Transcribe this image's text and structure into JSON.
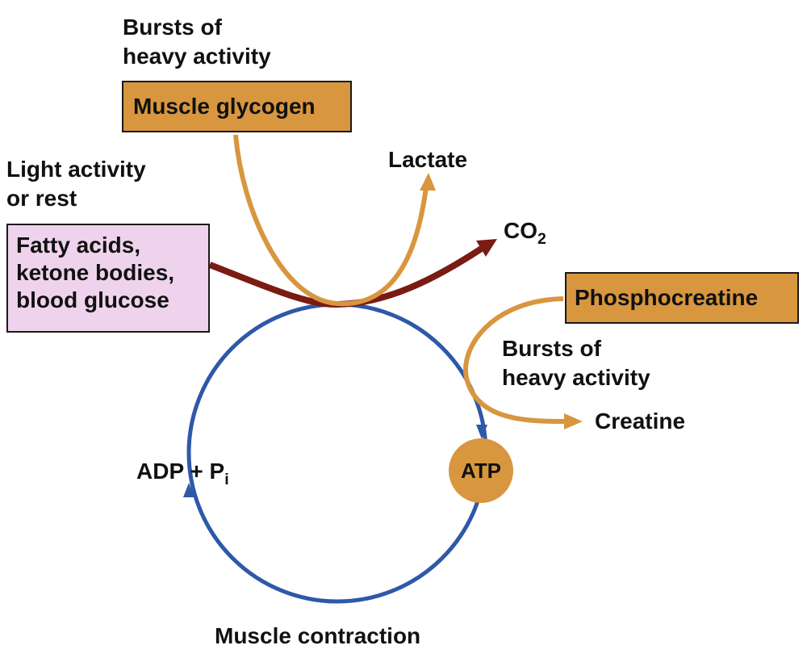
{
  "colors": {
    "orange": "#D8963F",
    "box_orange_fill": "#D8963F",
    "pink_fill": "#EFD3EC",
    "dark_red": "#7A1B14",
    "blue": "#2E58A8",
    "atp_fill": "#D8963F"
  },
  "labels": {
    "top_bursts_line1": "Bursts of",
    "top_bursts_line2": "heavy activity",
    "muscle_glycogen": "Muscle glycogen",
    "light_line1": "Light activity",
    "light_line2": "or rest",
    "fuel_line1": "Fatty acids,",
    "fuel_line2": "ketone bodies,",
    "fuel_line3": "blood glucose",
    "lactate": "Lactate",
    "co2_base": "CO",
    "co2_sub": "2",
    "phosphocreatine": "Phosphocreatine",
    "right_bursts_line1": "Bursts of",
    "right_bursts_line2": "heavy activity",
    "creatine": "Creatine",
    "adp_base": "ADP + P",
    "adp_sub": "i",
    "atp": "ATP",
    "muscle_contraction": "Muscle contraction"
  }
}
